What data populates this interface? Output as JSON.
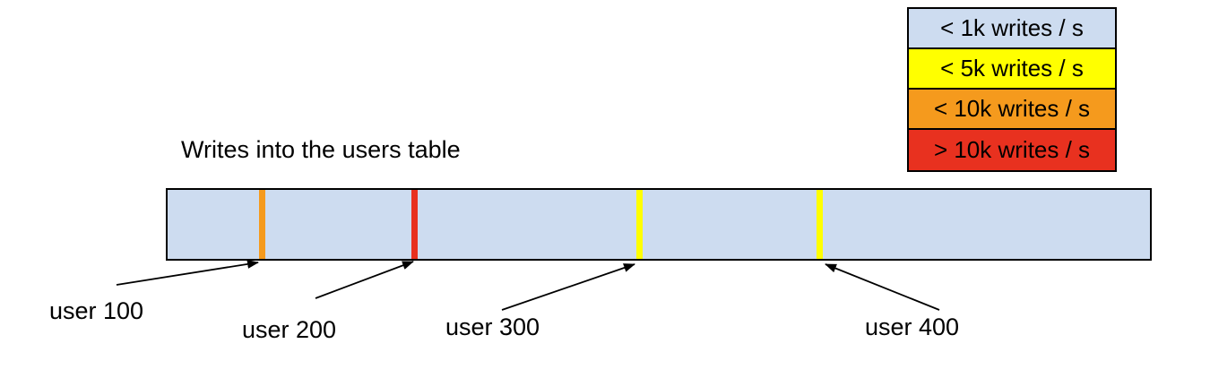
{
  "title": "Writes into the users table",
  "legend": {
    "items": [
      {
        "label": "< 1k writes / s",
        "color": "#cddcf0"
      },
      {
        "label": "< 5k writes / s",
        "color": "#ffff00"
      },
      {
        "label": "< 10k writes / s",
        "color": "#f59a1d"
      },
      {
        "label": "> 10k writes / s",
        "color": "#e8311f"
      }
    ]
  },
  "bar": {
    "fill": "#cddcf0",
    "border_color": "#000000",
    "marks": [
      {
        "user": "user 100",
        "color": "#f59a1d"
      },
      {
        "user": "user 200",
        "color": "#e8311f"
      },
      {
        "user": "user 300",
        "color": "#ffff00"
      },
      {
        "user": "user 400",
        "color": "#ffff00"
      }
    ]
  }
}
